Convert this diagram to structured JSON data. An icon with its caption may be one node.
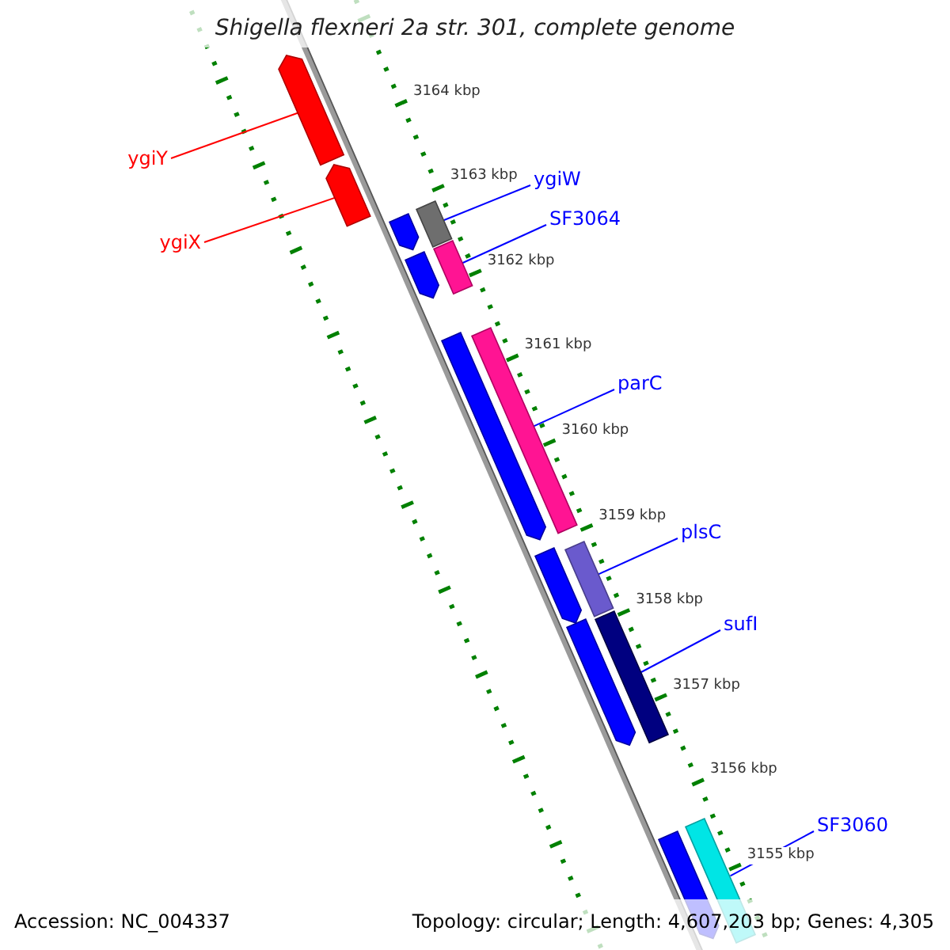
{
  "diagram": {
    "title": "Shigella flexneri 2a str. 301, complete genome",
    "nodes": [
      {
        "text": [
          "ygiY"
        ]
      },
      {
        "text": [],
        "shape": "pentagon"
      },
      {
        "text": [
          "ygiX"
        ]
      },
      {
        "text": [],
        "shape": "pentagon"
      },
      {
        "text": [
          "ygiW"
        ]
      },
      {
        "text": [
          "SF3064"
        ]
      },
      {
        "text": [],
        "shape": "pentagon"
      },
      {
        "text": [],
        "shape": "box"
      },
      {
        "text": [],
        "shape": "pentagon"
      },
      {
        "text": [],
        "shape": "box"
      },
      {
        "text": [],
        "shape": "pentagon"
      },
      {
        "text": [],
        "shape": "box"
      },
      {
        "text": [
          "parC"
        ]
      },
      {
        "text": [
          "plsC"
        ]
      },
      {
        "text": [],
        "shape": "pentagon"
      },
      {
        "text": [],
        "shape": "box"
      },
      {
        "text": [
          "sufI"
        ]
      },
      {
        "text": [],
        "shape": "pentagon"
      },
      {
        "text": [],
        "shape": "box"
      },
      {
        "text": [
          "SF3060"
        ]
      },
      {
        "text": [],
        "shape": "pentagon"
      },
      {
        "text": [],
        "shape": "box"
      }
    ],
    "edges": [
      {
        "from": 0,
        "to": 1,
        "arrow": "none",
        "color": "#ff0000"
      },
      {
        "from": 2,
        "to": 3,
        "arrow": "none",
        "color": "#ff0000"
      },
      {
        "from": 4,
        "to": 7,
        "arrow": "none"
      },
      {
        "from": 5,
        "to": 9,
        "arrow": "none"
      },
      {
        "from": 12,
        "to": 11,
        "arrow": "none"
      },
      {
        "from": 13,
        "to": 15,
        "arrow": "none"
      },
      {
        "from": 16,
        "to": 18,
        "arrow": "none"
      },
      {
        "from": 19,
        "to": 21,
        "arrow": "none"
      }
    ],
    "labels": [
      "3164 kbp",
      "3163 kbp",
      "3162 kbp",
      "3161 kbp",
      "3160 kbp",
      "3159 kbp",
      "3158 kbp",
      "3157 kbp",
      "3156 kbp",
      "3155 kbp",
      "Accession: NC_004337",
      "Topology: circular; Length: 4,607,203 bp; Genes: 4,305"
    ]
  }
}
